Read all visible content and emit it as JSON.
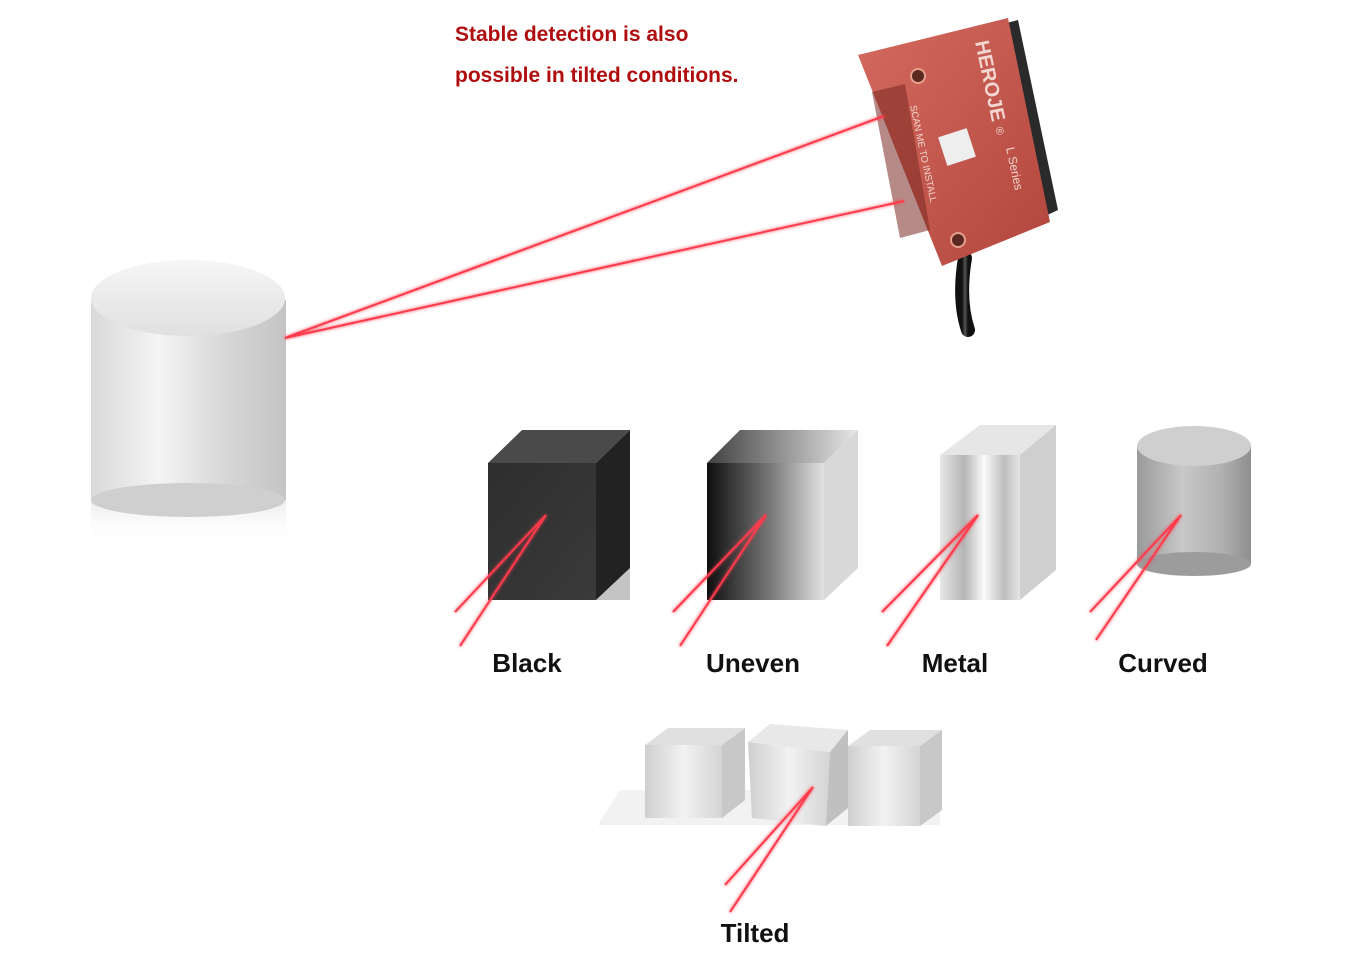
{
  "headline": {
    "line1": "Stable detection is also",
    "line2": "possible in tilted conditions."
  },
  "sensor": {
    "brand": "HEROJE",
    "registered": "®",
    "series": "L Series",
    "scan_text": "SCAN ME TO INSTALL"
  },
  "targets": [
    {
      "label": "Black"
    },
    {
      "label": "Uneven"
    },
    {
      "label": "Metal"
    },
    {
      "label": "Curved"
    },
    {
      "label": "Tilted"
    }
  ],
  "colors": {
    "headline": "#b00e0e",
    "laser": "#ff3a4c",
    "sensor_body": "#c9544a",
    "label": "#111111"
  }
}
